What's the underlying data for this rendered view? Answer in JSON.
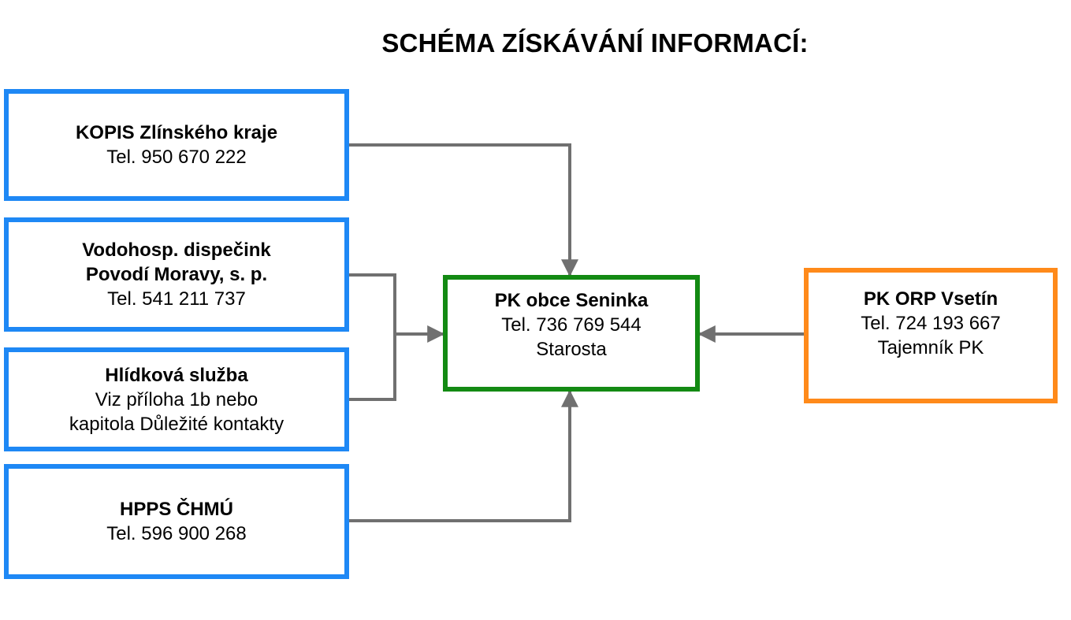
{
  "title": "SCHÉMA ZÍSKÁVÁNÍ INFORMACÍ:",
  "colors": {
    "source_border": "#1e88f5",
    "center_border": "#138a13",
    "orp_border": "#ff8a1a",
    "arrow": "#707070"
  },
  "nodes": {
    "kopis": {
      "name": "KOPIS Zlínského kraje",
      "lines": [
        "Tel. 950 670 222"
      ]
    },
    "vodohosp": {
      "name_line1": "Vodohosp. dispečink",
      "name_line2": "Povodí Moravy, s. p.",
      "lines": [
        "Tel. 541 211 737"
      ]
    },
    "hlidkova": {
      "name": "Hlídková služba",
      "lines": [
        "Viz příloha 1b nebo",
        "kapitola Důležité kontakty"
      ]
    },
    "hpps": {
      "name": "HPPS ČHMÚ",
      "lines": [
        "Tel. 596 900 268"
      ]
    },
    "center": {
      "name": "PK obce Seninka",
      "lines": [
        "Tel. 736 769 544",
        "Starosta"
      ]
    },
    "orp": {
      "name": "PK ORP Vsetín",
      "lines": [
        "Tel. 724 193 667",
        "Tajemník PK"
      ]
    }
  },
  "edges": [
    {
      "from": "KOPIS Zlínského kraje",
      "to": "PK obce Seninka"
    },
    {
      "from": "Vodohosp. dispečink Povodí Moravy, s. p.",
      "to": "PK obce Seninka"
    },
    {
      "from": "Hlídková služba",
      "to": "PK obce Seninka"
    },
    {
      "from": "HPPS ČHMÚ",
      "to": "PK obce Seninka"
    },
    {
      "from": "PK ORP Vsetín",
      "to": "PK obce Seninka"
    }
  ]
}
